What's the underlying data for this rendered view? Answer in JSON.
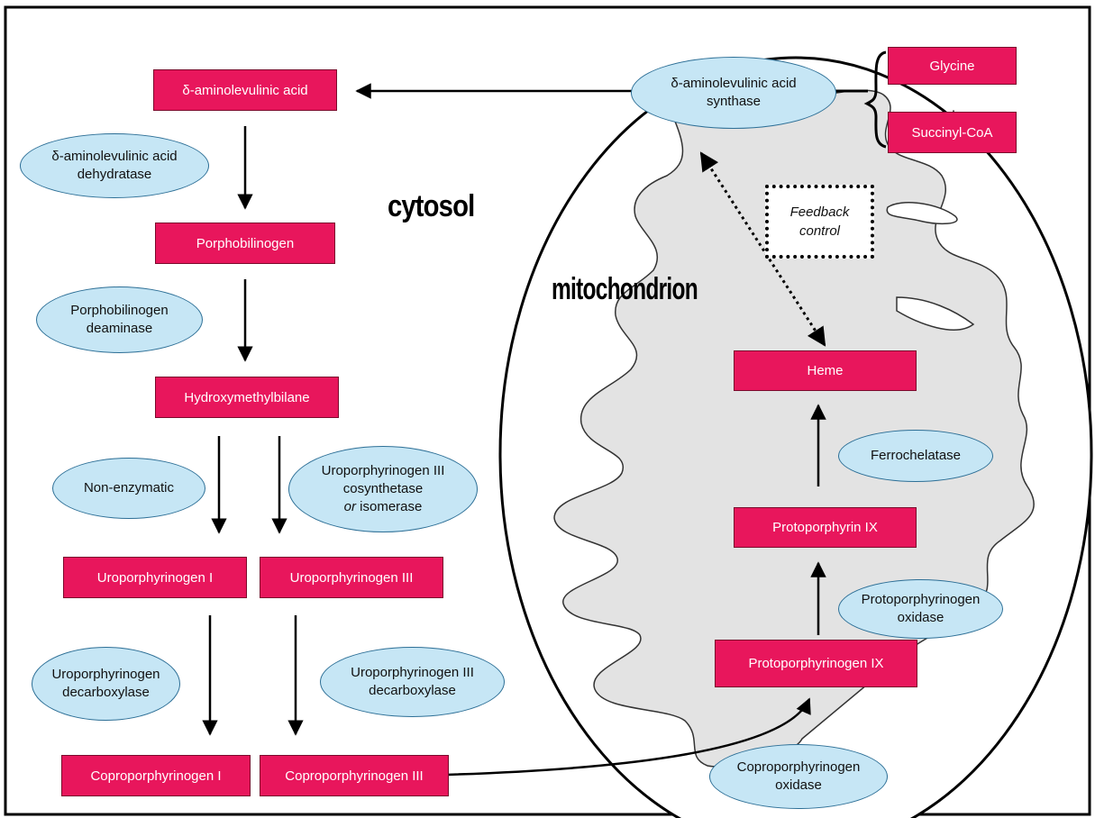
{
  "regions": {
    "cytosol": "cytosol",
    "mitochondrion": "mitochondrion"
  },
  "metabolites": {
    "ala": "δ-aminolevulinic acid",
    "pbg": "Porphobilinogen",
    "hmb": "Hydroxymethylbilane",
    "uro1": "Uroporphyrinogen I",
    "uro3": "Uroporphyrinogen III",
    "copro1": "Coproporphyrinogen I",
    "copro3": "Coproporphyrinogen III",
    "glycine": "Glycine",
    "plus": "+",
    "succinyl": "Succinyl-CoA",
    "heme": "Heme",
    "proto9": "Protoporphyrin IX",
    "protogen9": "Protoporphyrinogen IX"
  },
  "enzymes": {
    "alas": [
      "δ-aminolevulinic acid",
      "synthase"
    ],
    "alad": [
      "δ-aminolevulinic acid",
      "dehydratase"
    ],
    "pbgd": [
      "Porphobilinogen",
      "deaminase"
    ],
    "nonenz": [
      "Non-enzymatic"
    ],
    "uros": [
      "Uroporphyrinogen III",
      "cosynthetase"
    ],
    "uros_or": "or",
    "uros_iso": " isomerase",
    "urod1": [
      "Uroporphyrinogen",
      "decarboxylase"
    ],
    "urod3": [
      "Uroporphyrinogen III",
      "decarboxylase"
    ],
    "ferro": [
      "Ferrochelatase"
    ],
    "ppox": [
      "Protoporphyrinogen",
      "oxidase"
    ],
    "cpox": [
      "Coproporphyrinogen",
      "oxidase"
    ]
  },
  "feedback": [
    "Feedback",
    "control"
  ],
  "colors": {
    "metabolite_fill": "#e8165c",
    "enzyme_fill": "#c6e6f5",
    "mitochondrion_fill": "#e3e3e3"
  }
}
